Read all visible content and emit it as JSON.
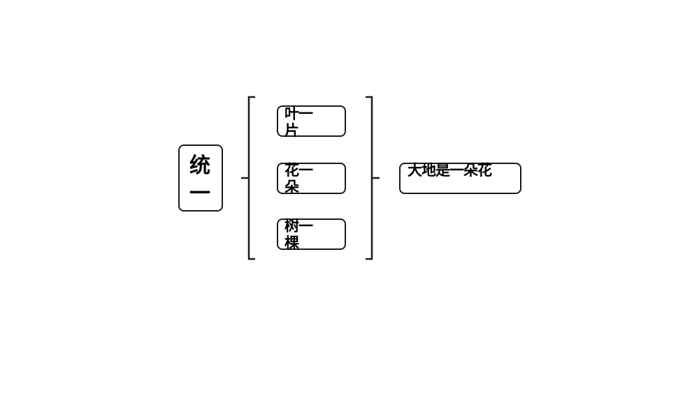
{
  "diagram": {
    "root": {
      "label": "统一"
    },
    "items": [
      {
        "label": "叶一片"
      },
      {
        "label": "花一朵"
      },
      {
        "label": "树一棵"
      }
    ],
    "result": {
      "label": "大地是一朵花"
    },
    "colors": {
      "stroke": "#1a1a1a",
      "text": "#000000",
      "background": "#ffffff"
    }
  }
}
